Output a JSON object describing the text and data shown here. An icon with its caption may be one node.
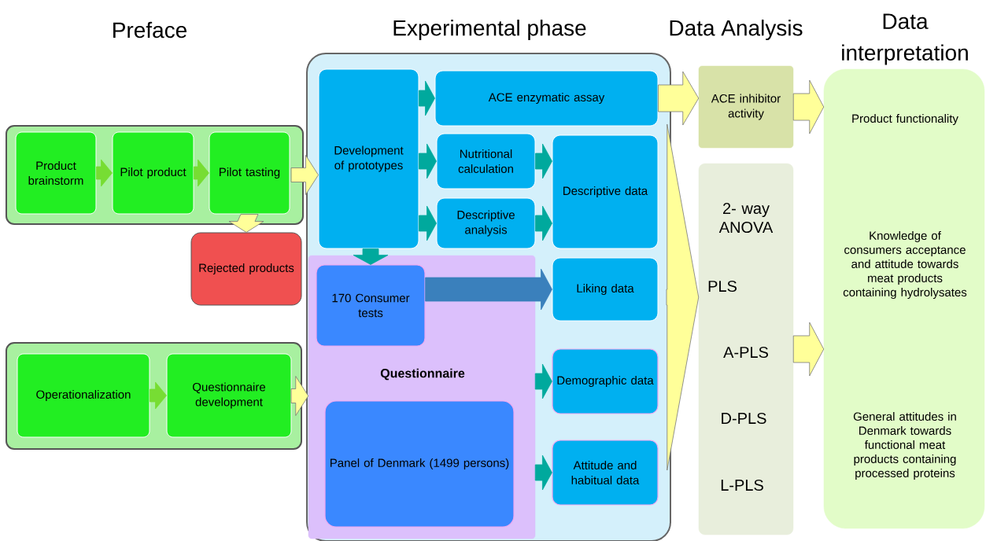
{
  "diagram": {
    "nodes": [
      {
        "text": [],
        "shape": "box"
      },
      {
        "text": [
          "Product brainstorm"
        ],
        "in": 0
      },
      {
        "text": [
          "Pilot product"
        ],
        "in": 0
      },
      {
        "text": [
          "Pilot tasting"
        ],
        "in": 0
      },
      {
        "text": [
          "Rejected products"
        ]
      },
      {
        "text": [],
        "shape": "box"
      },
      {
        "text": [
          "Operationalization"
        ],
        "in": 5
      },
      {
        "text": [
          "Questionnaire development"
        ],
        "in": 5
      },
      {
        "text": [],
        "shape": "box"
      },
      {
        "text": [
          "Development of prototypes"
        ],
        "in": 8
      },
      {
        "text": [
          "ACE enzymatic assay"
        ],
        "in": 8
      },
      {
        "text": [
          "Nutritional calculation"
        ],
        "in": 8
      },
      {
        "text": [
          "Descriptive analysis"
        ],
        "in": 8
      },
      {
        "text": [
          "Descriptive data"
        ],
        "in": 8
      },
      {
        "text": [
          "Questionnaire"
        ],
        "in": 8
      },
      {
        "text": [
          "170 Consumer tests"
        ],
        "in": 14
      },
      {
        "text": [
          "Panel of Denmark (1499 persons)"
        ],
        "in": 14
      },
      {
        "text": [
          "Liking data"
        ],
        "in": 8
      },
      {
        "text": [
          "Demographic data"
        ],
        "in": 8
      },
      {
        "text": [
          "Attitude and habitual data"
        ],
        "in": 8
      },
      {
        "text": [
          "ACE inhibitor activity"
        ]
      },
      {
        "text": [
          "2- way ANOVA",
          "PLS",
          "A-PLS",
          "D-PLS",
          "L-PLS"
        ]
      },
      {
        "text": [
          "Product functionality",
          "Knowledge of consumers acceptance and attitude towards meat products containing hydrolysates",
          "General attitudes in Denmark towards functional meat products containing processed proteins"
        ]
      }
    ],
    "edges": [
      {
        "from": 1,
        "to": 2,
        "arrow": "to",
        "color": "#77dd33"
      },
      {
        "from": 2,
        "to": 3,
        "arrow": "to",
        "color": "#77dd33"
      },
      {
        "from": 3,
        "to": 4,
        "arrow": "to",
        "color": "#ffff99"
      },
      {
        "from": 0,
        "to": 9,
        "arrow": "to",
        "color": "#ffff99"
      },
      {
        "from": 6,
        "to": 7,
        "arrow": "to",
        "color": "#77dd33"
      },
      {
        "from": 5,
        "to": 14,
        "arrow": "to",
        "color": "#ffff99"
      },
      {
        "from": 9,
        "to": 10,
        "arrow": "to"
      },
      {
        "from": 9,
        "to": 11,
        "arrow": "to"
      },
      {
        "from": 9,
        "to": 12,
        "arrow": "to"
      },
      {
        "from": 11,
        "to": 13,
        "arrow": "to"
      },
      {
        "from": 12,
        "to": 13,
        "arrow": "to"
      },
      {
        "from": 9,
        "to": 15,
        "arrow": "to"
      },
      {
        "from": 15,
        "to": 17,
        "arrow": "to",
        "color": "#3a80bc"
      },
      {
        "from": 14,
        "to": 18,
        "arrow": "to"
      },
      {
        "from": 14,
        "to": 19,
        "arrow": "to"
      },
      {
        "from": 10,
        "to": 20,
        "arrow": "to",
        "color": "#ffff99"
      },
      {
        "from": 20,
        "to": 22,
        "arrow": "to",
        "color": "#ffff99"
      },
      {
        "from": 21,
        "to": 22,
        "arrow": "to",
        "color": "#ffff99"
      },
      {
        "from": 8,
        "to": 21,
        "arrow": "to",
        "color": "#ffff99"
      }
    ],
    "labels": [
      "Preface",
      "Experimental phase",
      "Data Analysis",
      "Data interpretation"
    ]
  }
}
